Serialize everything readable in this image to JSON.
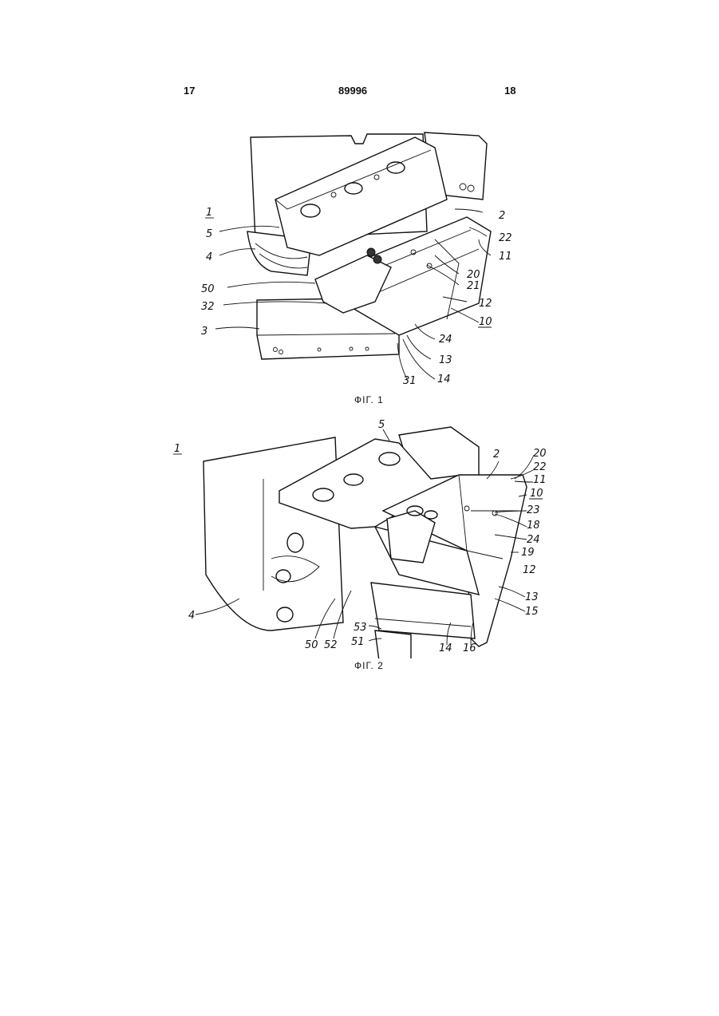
{
  "header": {
    "left_page": "17",
    "patent_number": "89996",
    "right_page": "18"
  },
  "figure1": {
    "caption": "ФІГ. 1",
    "labels": [
      "1",
      "2",
      "22",
      "5",
      "11",
      "4",
      "20",
      "21",
      "50",
      "12",
      "32",
      "10",
      "3",
      "24",
      "13",
      "31",
      "14"
    ]
  },
  "figure2": {
    "caption": "ФІГ. 2",
    "labels": [
      "5",
      "20",
      "1",
      "2",
      "22",
      "11",
      "10",
      "23",
      "18",
      "24",
      "19",
      "12",
      "4",
      "13",
      "15",
      "53",
      "50",
      "52",
      "51",
      "14",
      "16"
    ]
  }
}
